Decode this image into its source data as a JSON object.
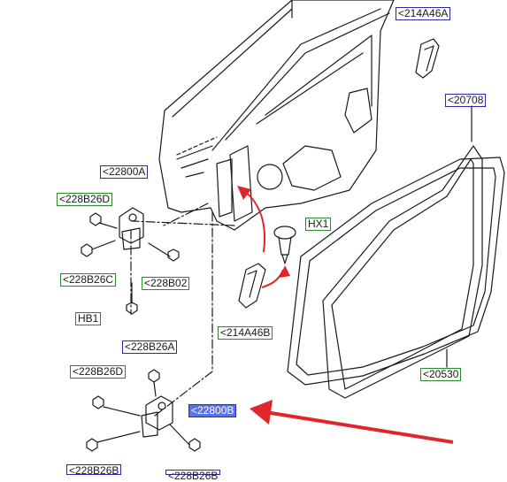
{
  "callouts": {
    "door_seal_top": "<214A46A",
    "weatherstrip_door": "<20708",
    "hinge_upper": "<22800A",
    "bolt_upper_left": "<228B26D",
    "plug": "HX1",
    "bolt_upper_c": "<228B26C",
    "hinge_pin": "<228B02",
    "pad_lower": "<214A46B",
    "hb1": "HB1",
    "bolt_lower_a": "<228B26A",
    "weatherstrip_body": "<20530",
    "bolt_lower_left": "<228B26D",
    "hinge_lower": "<22800B",
    "bolt_lower_b": "<228B26B",
    "bolt_bottom_cut": "<228B26B"
  },
  "colors": {
    "line": "#1a1a1a",
    "callout_blue": "#2a2aa8",
    "callout_green": "#2c8a2c",
    "selected_fill": "#5a72e8",
    "arrow_red": "#e0262b"
  }
}
